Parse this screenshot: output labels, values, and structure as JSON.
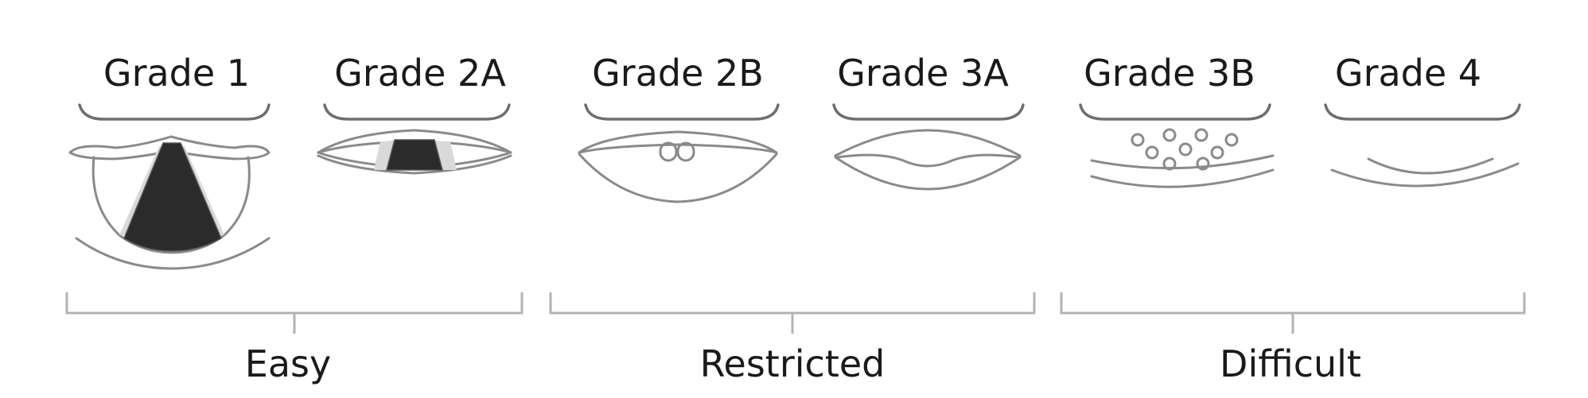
{
  "grades": [
    {
      "id": "grade-1",
      "label": "Grade 1"
    },
    {
      "id": "grade-2a",
      "label": "Grade 2A"
    },
    {
      "id": "grade-2b",
      "label": "Grade 2B"
    },
    {
      "id": "grade-3a",
      "label": "Grade 3A"
    },
    {
      "id": "grade-3b",
      "label": "Grade 3B"
    },
    {
      "id": "grade-4",
      "label": "Grade 4"
    }
  ],
  "groups": [
    {
      "id": "easy",
      "label": "Easy"
    },
    {
      "id": "restricted",
      "label": "Restricted"
    },
    {
      "id": "difficult",
      "label": "Difficult"
    }
  ],
  "colors": {
    "outline": "#8a8a8a",
    "glottis": "#2b2b2b",
    "bracket": "#b3b3b3",
    "text": "#1a1a1a"
  }
}
